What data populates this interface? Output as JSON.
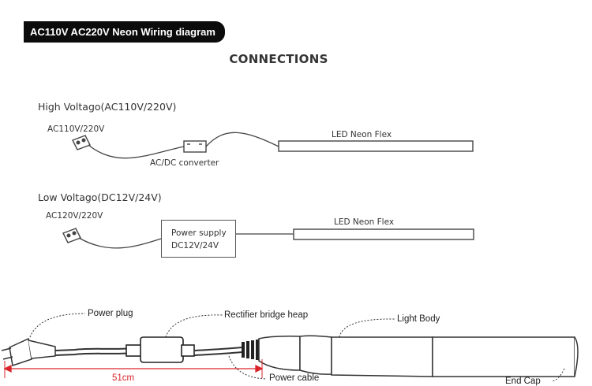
{
  "banner": {
    "title": "AC110V AC220V Neon Wiring diagram"
  },
  "heading": "CONNECTIONS",
  "high_voltage": {
    "title": "High Voltago(AC110V/220V)",
    "plug_label": "AC110V/220V",
    "converter_label": "AC/DC converter",
    "strip_label": "LED Neon Flex"
  },
  "low_voltage": {
    "title": "Low Voltago(DC12V/24V)",
    "plug_label": "AC120V/220V",
    "box_line1": "Power supply",
    "box_line2": "DC12V/24V",
    "strip_label": "LED Neon Flex"
  },
  "parts": {
    "power_plug": "Power plug",
    "rectifier": "Rectifier bridge heap",
    "light_body": "Light Body",
    "power_cable": "Power cable",
    "end_cap": "End Cap",
    "length": "51cm"
  },
  "colors": {
    "measure": "#d9242a",
    "line": "#444444"
  }
}
